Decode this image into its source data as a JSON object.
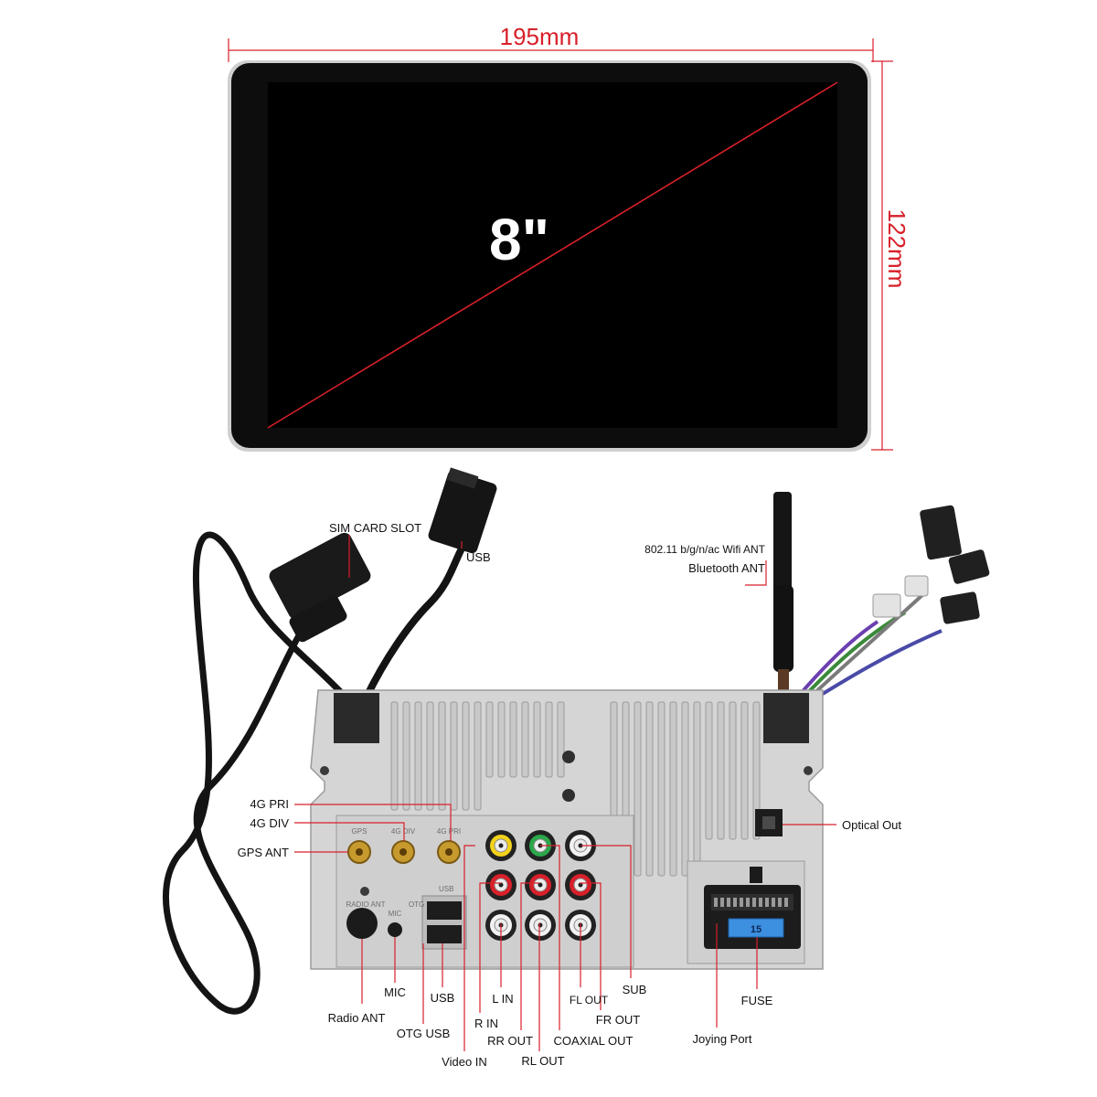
{
  "dimensions": {
    "width": "195mm",
    "height": "122mm",
    "screen_size": "8\""
  },
  "labels": {
    "sim_card_slot": "SIM CARD SLOT",
    "usb_cable": "USB",
    "wifi_ant": "802.11 b/g/n/ac Wifi ANT",
    "bluetooth_ant": "Bluetooth ANT",
    "pri_4g": "4G PRI",
    "div_4g": "4G DIV",
    "gps_ant": "GPS ANT",
    "optical_out": "Optical Out",
    "mic": "MIC",
    "radio_ant": "Radio ANT",
    "usb_port": "USB",
    "otg_usb": "OTG USB",
    "l_in": "L IN",
    "r_in": "R IN",
    "video_in": "Video IN",
    "rr_out": "RR OUT",
    "rl_out": "RL OUT",
    "fl_out": "FL OUT",
    "coaxial_out": "COAXIAL OUT",
    "fr_out": "FR OUT",
    "sub": "SUB",
    "fuse": "FUSE",
    "joying_port": "Joying Port"
  },
  "panel_print": {
    "gps": "GPS",
    "div": "4G DIV",
    "pri": "4G PRI",
    "radio": "RADIO ANT",
    "mic": "MIC",
    "otg": "OTG",
    "usb": "USB",
    "fuse_value": "15"
  },
  "colors": {
    "accent": "#d8202a",
    "rca_yellow": "#f2d21b",
    "rca_green": "#2aa84a",
    "rca_red": "#d8202a",
    "rca_white": "#f2f2f2",
    "fuse_blue": "#3d8fe0"
  }
}
